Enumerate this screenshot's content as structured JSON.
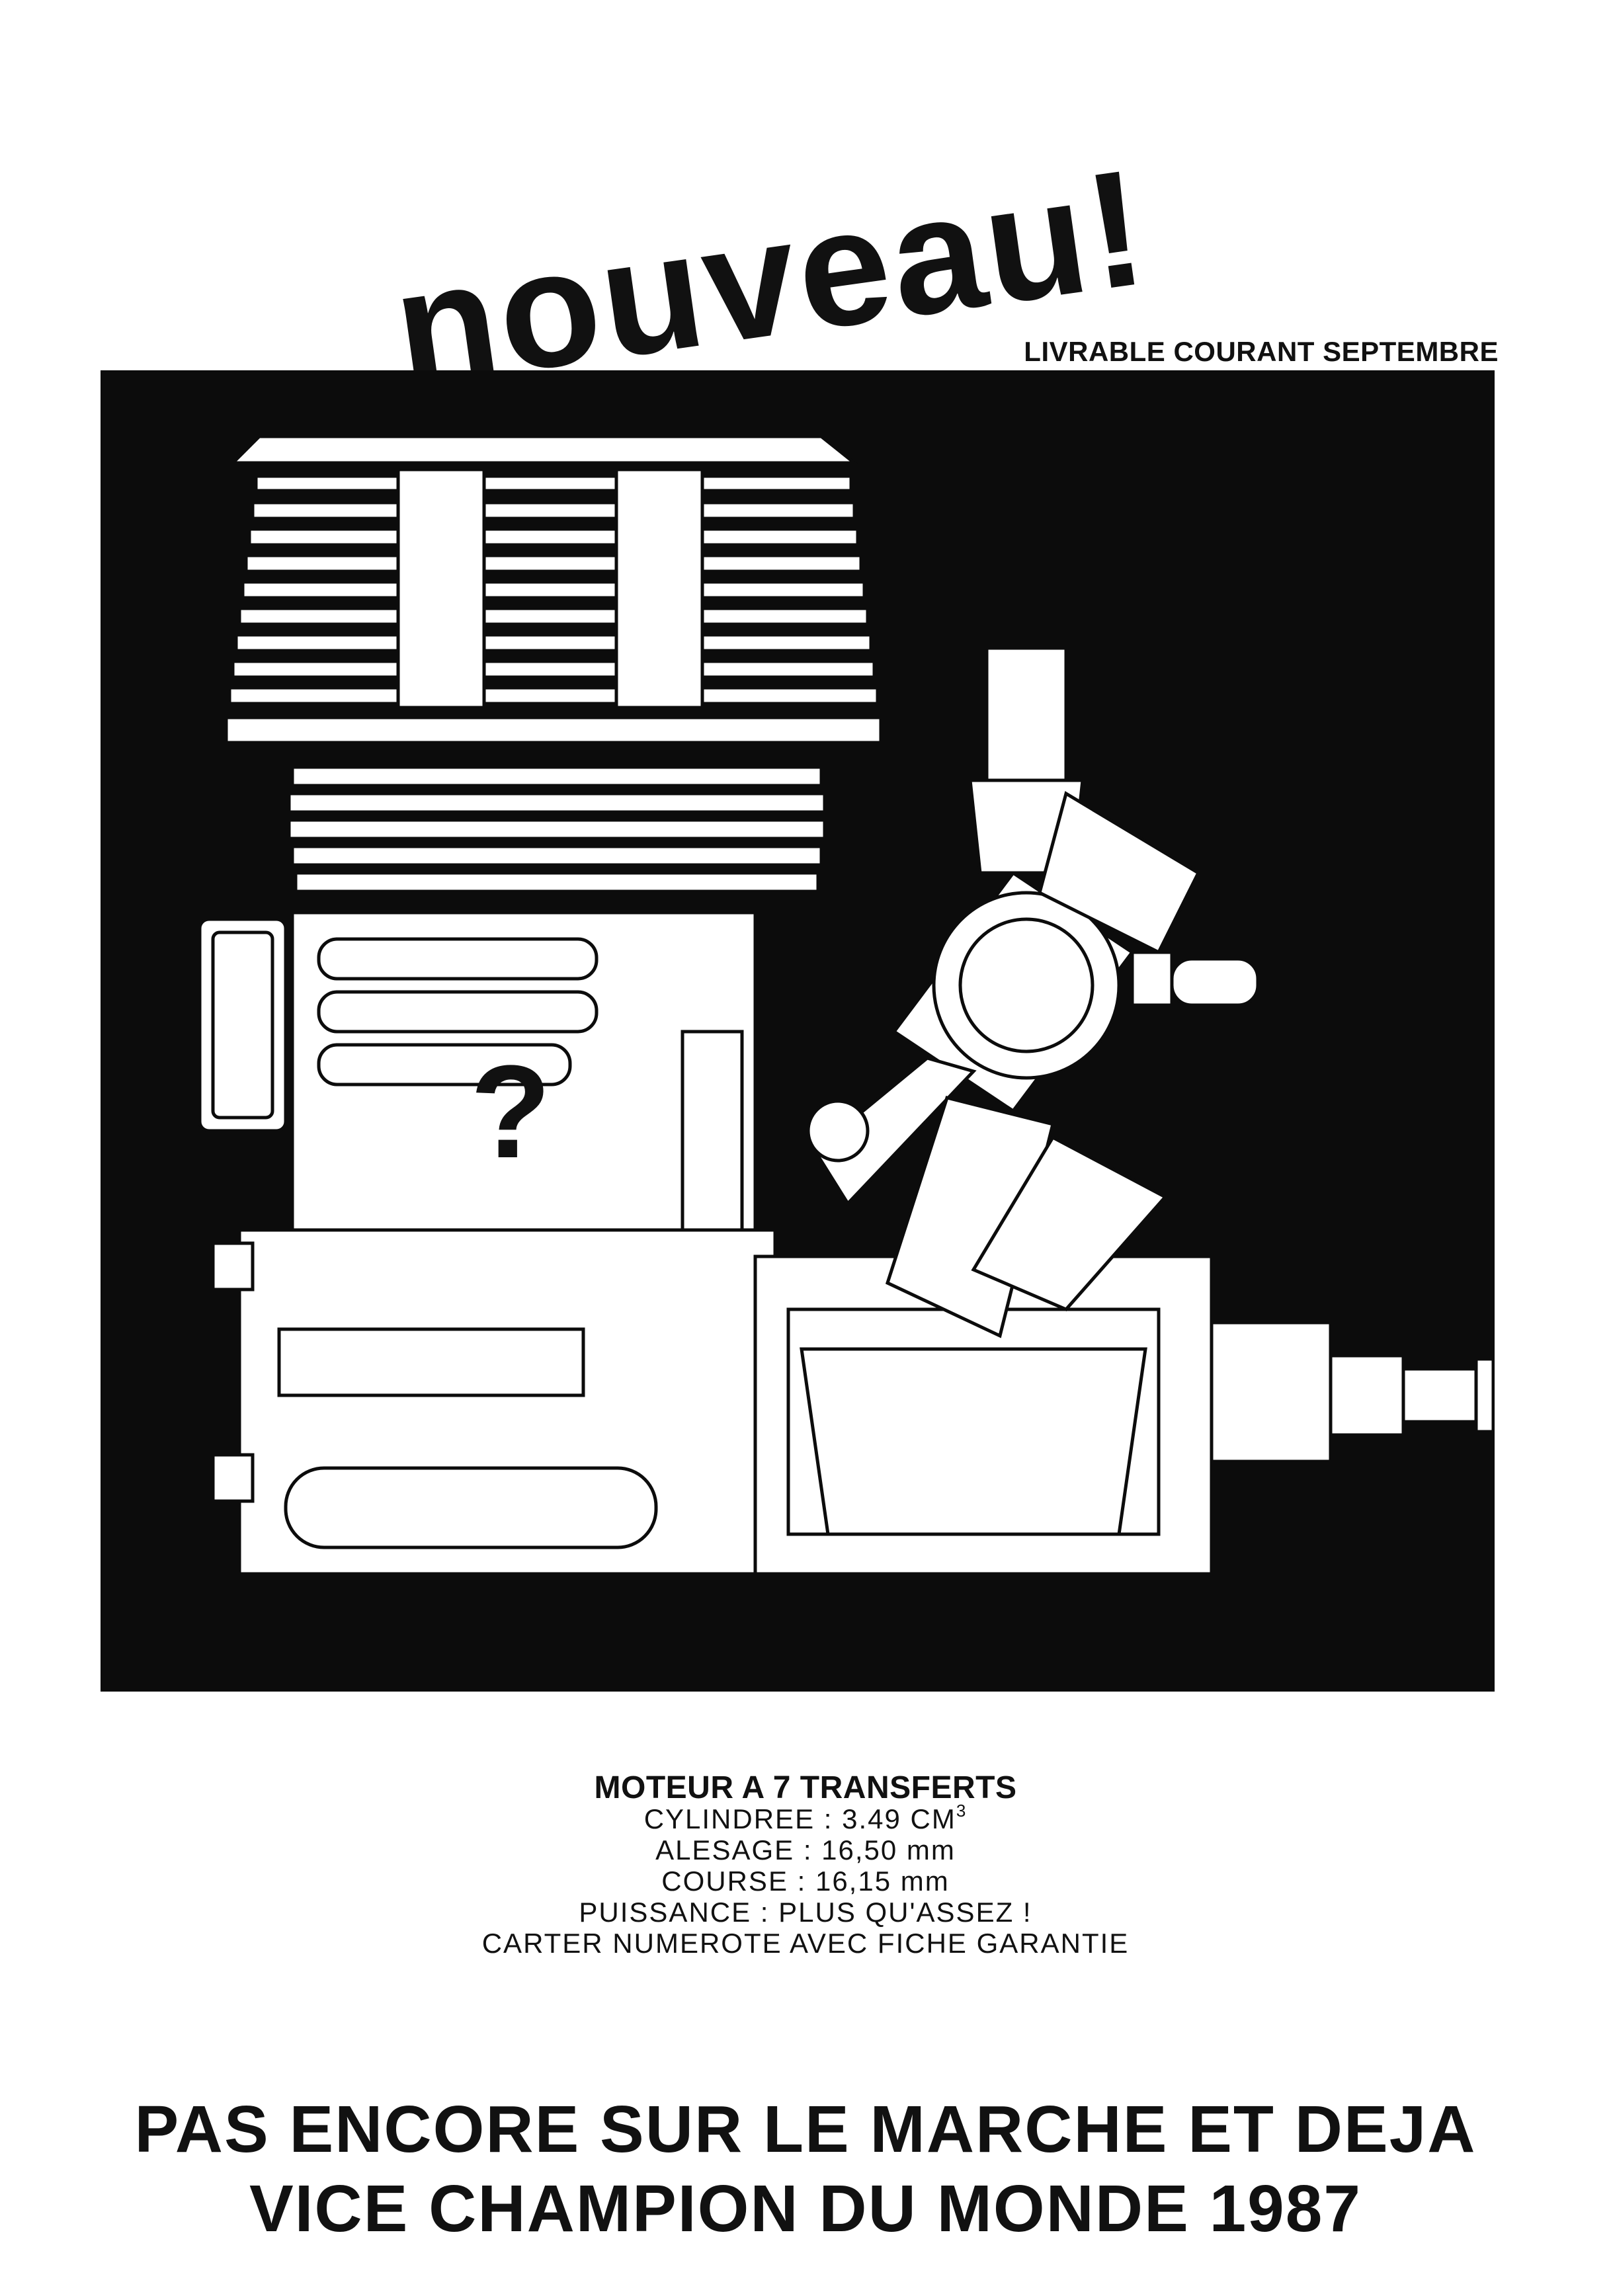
{
  "headline": "nouveau!",
  "availability": "LIVRABLE COURANT SEPTEMBRE",
  "artwork": {
    "center_mark": "?"
  },
  "specs": {
    "title": "MOTEUR A 7 TRANSFERTS",
    "cylindree": "CYLINDREE : 3.49 CM",
    "cylindree_exp": "3",
    "alesage": "ALESAGE : 16,50 mm",
    "course": "COURSE : 16,15 mm",
    "puissance": "PUISSANCE : PLUS QU'ASSEZ !",
    "carter": "CARTER NUMEROTE AVEC FICHE GARANTIE"
  },
  "slogan": {
    "line1": "PAS ENCORE SUR LE MARCHE ET DEJA",
    "line2": "VICE CHAMPION DU MONDE 1987"
  }
}
